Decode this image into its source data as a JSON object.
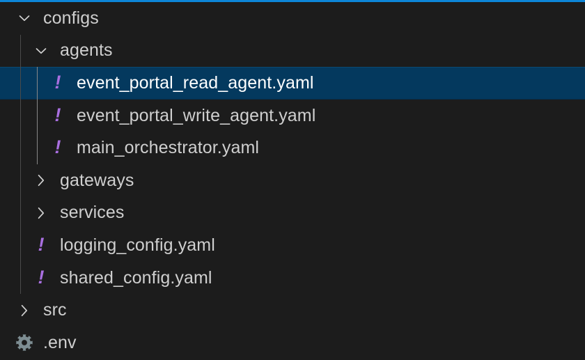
{
  "explorer": {
    "accent_color": "#0d86d8",
    "background_color": "#1c1c1c",
    "selected_color": "#04395e",
    "text_color": "#cfcfcf",
    "selected_text_color": "#ffffff",
    "yaml_icon_color": "#a96fe0",
    "gear_icon_color": "#7d8d92",
    "rows": [
      {
        "label": "configs",
        "type": "folder",
        "state": "expanded",
        "icon": "chevron-down-icon",
        "depth": 0,
        "selected": false
      },
      {
        "label": "agents",
        "type": "folder",
        "state": "expanded",
        "icon": "chevron-down-icon",
        "depth": 1,
        "selected": false
      },
      {
        "label": "event_portal_read_agent.yaml",
        "type": "file",
        "icon": "yaml-file-icon",
        "depth": 2,
        "selected": true
      },
      {
        "label": "event_portal_write_agent.yaml",
        "type": "file",
        "icon": "yaml-file-icon",
        "depth": 2,
        "selected": false
      },
      {
        "label": "main_orchestrator.yaml",
        "type": "file",
        "icon": "yaml-file-icon",
        "depth": 2,
        "selected": false
      },
      {
        "label": "gateways",
        "type": "folder",
        "state": "collapsed",
        "icon": "chevron-right-icon",
        "depth": 1,
        "selected": false
      },
      {
        "label": "services",
        "type": "folder",
        "state": "collapsed",
        "icon": "chevron-right-icon",
        "depth": 1,
        "selected": false
      },
      {
        "label": "logging_config.yaml",
        "type": "file",
        "icon": "yaml-file-icon",
        "depth": 1,
        "selected": false
      },
      {
        "label": "shared_config.yaml",
        "type": "file",
        "icon": "yaml-file-icon",
        "depth": 1,
        "selected": false
      },
      {
        "label": "src",
        "type": "folder",
        "state": "collapsed",
        "icon": "chevron-right-icon",
        "depth": 0,
        "selected": false
      },
      {
        "label": ".env",
        "type": "file",
        "icon": "gear-icon",
        "depth": 0,
        "selected": false
      }
    ]
  }
}
